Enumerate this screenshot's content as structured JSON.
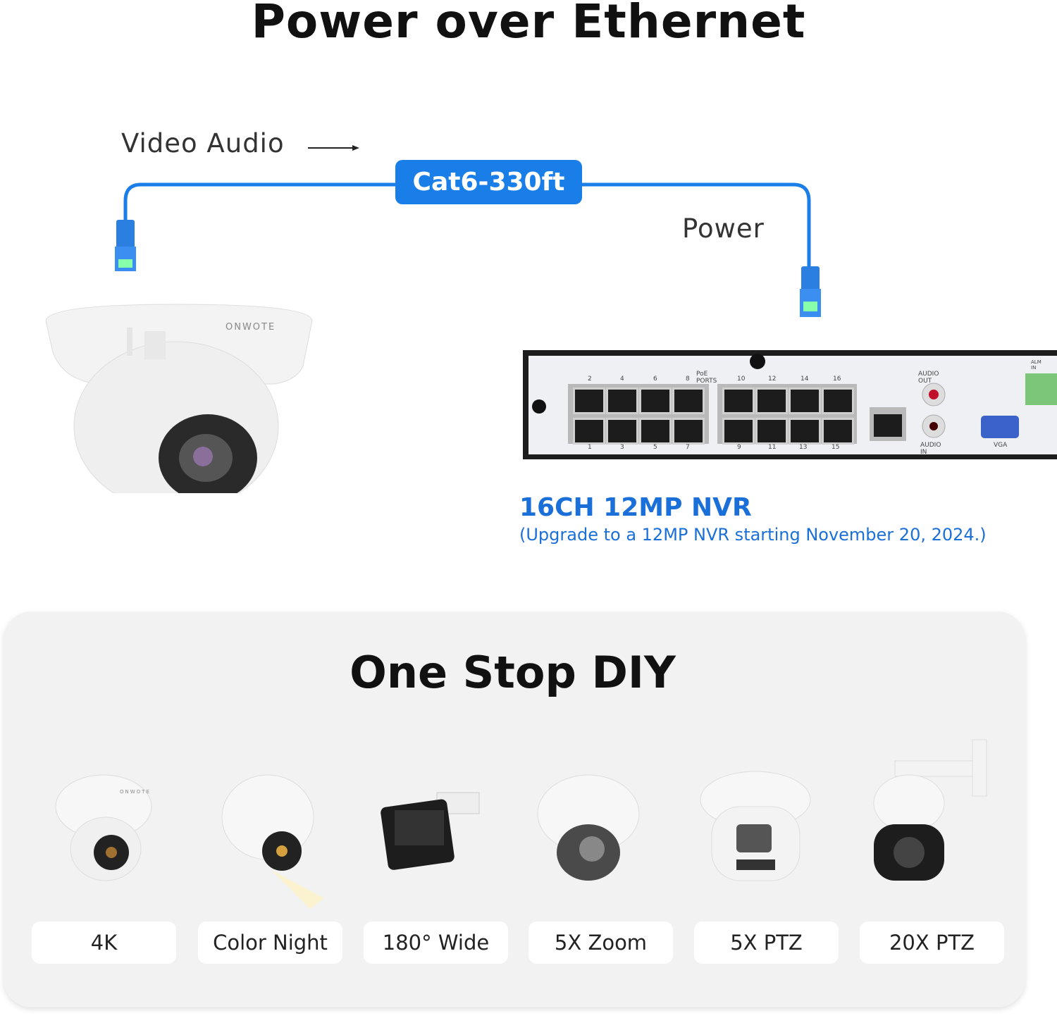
{
  "header": {
    "title": "Power over Ethernet"
  },
  "diagram": {
    "video_audio_label": "Video Audio",
    "cable_label": "Cat6-330ft",
    "power_label": "Power",
    "camera_brand": "ONWOTE",
    "nvr": {
      "name": "16CH 12MP NVR",
      "note": "(Upgrade to a 12MP NVR starting November 20, 2024.)",
      "poe_ports_label": "PoE PORTS",
      "top_port_numbers": [
        "2",
        "4",
        "6",
        "8",
        "10",
        "12",
        "14",
        "16"
      ],
      "bottom_port_numbers": [
        "1",
        "3",
        "5",
        "7",
        "9",
        "11",
        "13",
        "15"
      ],
      "audio_out_label": "AUDIO OUT",
      "audio_in_label": "AUDIO IN",
      "vga_label": "VGA",
      "alarm_in_label": "ALM IN"
    }
  },
  "panel": {
    "title": "One Stop DIY",
    "cameras": [
      {
        "label": "4K"
      },
      {
        "label": "Color Night"
      },
      {
        "label": "180° Wide"
      },
      {
        "label": "5X Zoom"
      },
      {
        "label": "5X PTZ"
      },
      {
        "label": "20X PTZ"
      }
    ]
  },
  "colors": {
    "accent": "#1a7ee8",
    "nvr_text": "#1a6fd8",
    "panel_bg": "#f2f2f2"
  }
}
